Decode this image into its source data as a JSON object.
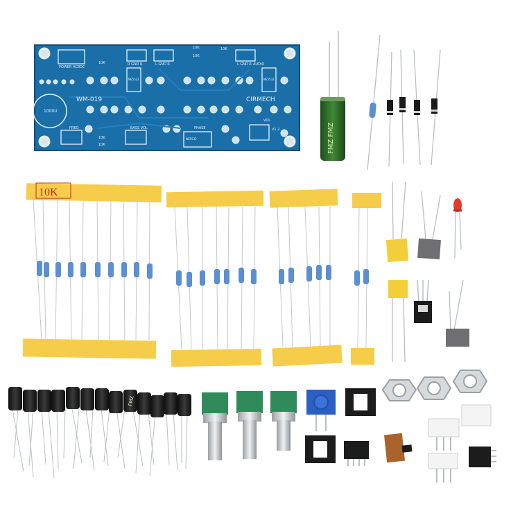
{
  "board": {
    "model": "WM-019",
    "brand": "CIRMECH",
    "version": "V1.2",
    "labels": {
      "power": "POWER AC8DC",
      "freq": "FREQ",
      "bass": "BASS VOL",
      "phase": "PHASE",
      "vol": "VOL",
      "audio": "AUDIO",
      "r_gnd_r": "R GND R",
      "l_gnd_r": "L GND R",
      "l_gnd_r2": "L GND R",
      "cap_1000u": "1000U",
      "k10": "10K",
      "k10b": "10K",
      "k10c": "10K",
      "k10d": "10K",
      "k10e": "10K",
      "k10f": "10K",
      "ne5532": "NE5532",
      "ne5532b": "NE5532",
      "ne5532c": "NE5532"
    }
  },
  "big_capacitor": {
    "label": "FMZ FMZ"
  },
  "resistor_tape": {
    "label": "10K"
  },
  "electrolytic_caps": {
    "label": "FMZ"
  },
  "colors": {
    "pcb": "#1a6fa8",
    "tape": "#f6cd4a",
    "capacitor_green": "#2f6a2a",
    "cap_black": "#1c1c1c",
    "pot_green": "#2f8c5a",
    "trimmer_blue": "#2a5fc4",
    "led_red": "#e23b2b"
  }
}
